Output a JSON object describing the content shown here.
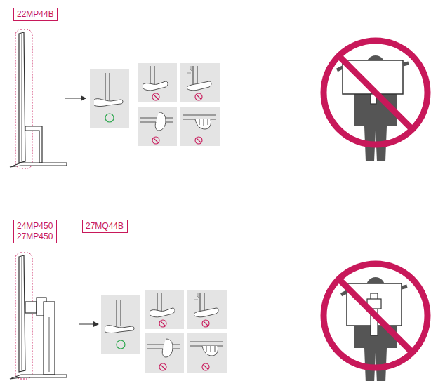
{
  "diagram": {
    "nodes": [
      {
        "text": [
          "22MP44B"
        ]
      },
      {
        "text": [
          "24MP450 27MP450"
        ]
      },
      {
        "text": [
          "27MQ44B"
        ]
      }
    ]
  }
}
